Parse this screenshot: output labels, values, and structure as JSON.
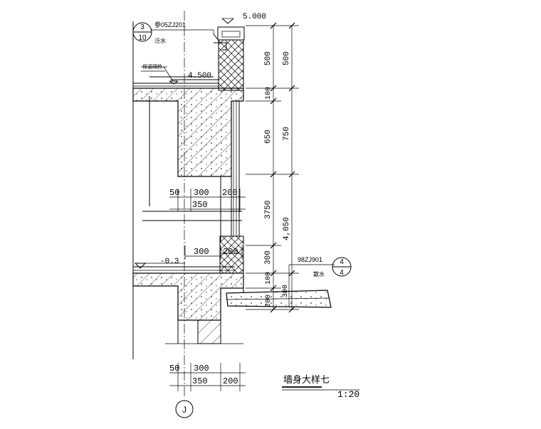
{
  "drawing": {
    "title": "墙身大样七",
    "scale": "1:20",
    "axis_label": "J",
    "elevations": [
      "5.000",
      "4.500",
      "-0.3"
    ],
    "ref_top": {
      "code": "参05ZJ201",
      "circle_top": "3",
      "circle_bottom": "10",
      "note": "泛水"
    },
    "ref_bottom": {
      "code": "98ZJ901",
      "circle_top": "4",
      "circle_bottom": "4",
      "note": "散水"
    },
    "roof_note": "保温隔热",
    "dims_right_inner": [
      "500",
      "100",
      "650",
      "3750",
      "300",
      "100",
      "300",
      "200"
    ],
    "dims_right_outer": [
      "500",
      "750",
      "4,050"
    ],
    "dims_mid": {
      "a": "50",
      "b": "300",
      "c": "200",
      "d": "350"
    },
    "dims_low": {
      "a": "300",
      "b": "200"
    },
    "dims_bottom": {
      "a": "50",
      "b": "300",
      "c": "350",
      "d": "200"
    }
  }
}
